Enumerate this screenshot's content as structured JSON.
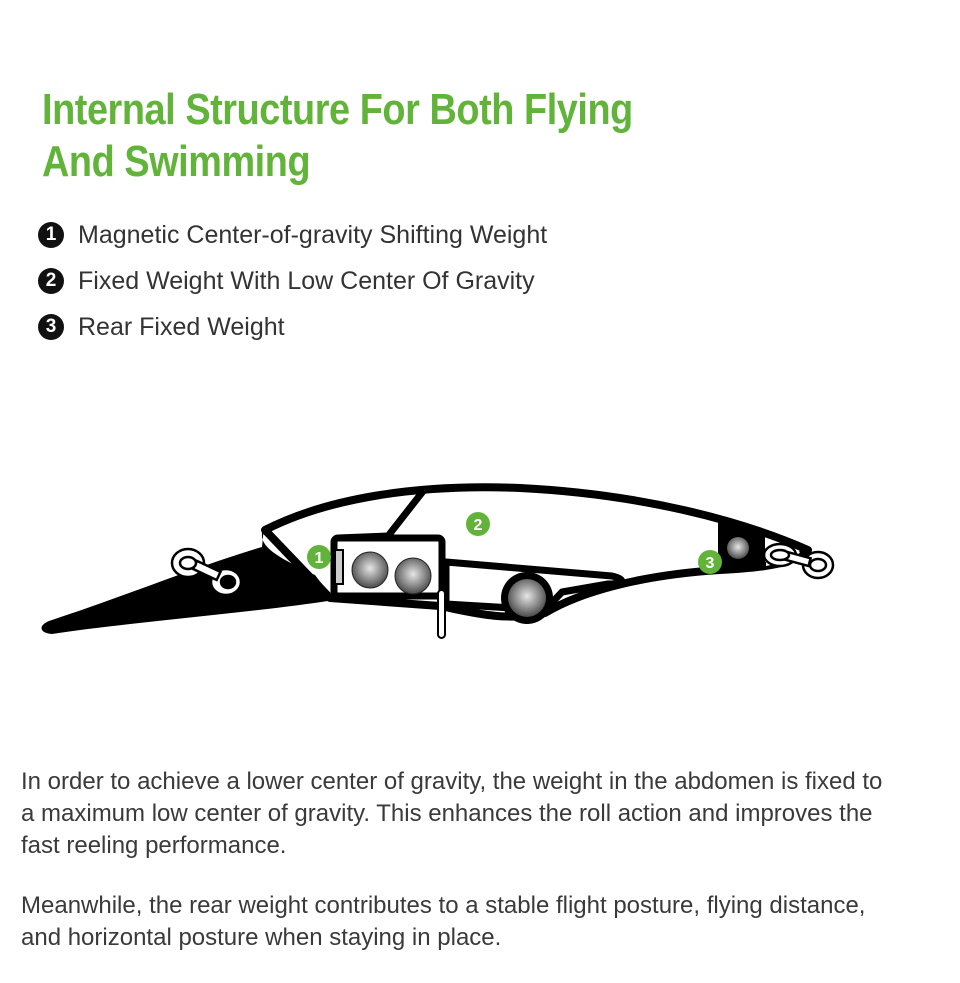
{
  "title": {
    "line1": "Internal Structure For Both Flying",
    "line2": "And Swimming"
  },
  "features": [
    {
      "number": "1",
      "label": "Magnetic Center-of-gravity Shifting Weight"
    },
    {
      "number": "2",
      "label": "Fixed Weight With Low Center Of Gravity"
    },
    {
      "number": "3",
      "label": "Rear Fixed Weight"
    }
  ],
  "diagram": {
    "markers": [
      "1",
      "2",
      "3"
    ],
    "accent_color": "#62b33a"
  },
  "paragraphs": [
    "In order to achieve a lower center of gravity, the weight in the abdomen is fixed to a maximum low center of gravity. This enhances the roll action and improves the fast reeling performance.",
    "Meanwhile, the rear weight contributes to a stable flight posture, flying distance, and horizontal posture when staying in place."
  ]
}
